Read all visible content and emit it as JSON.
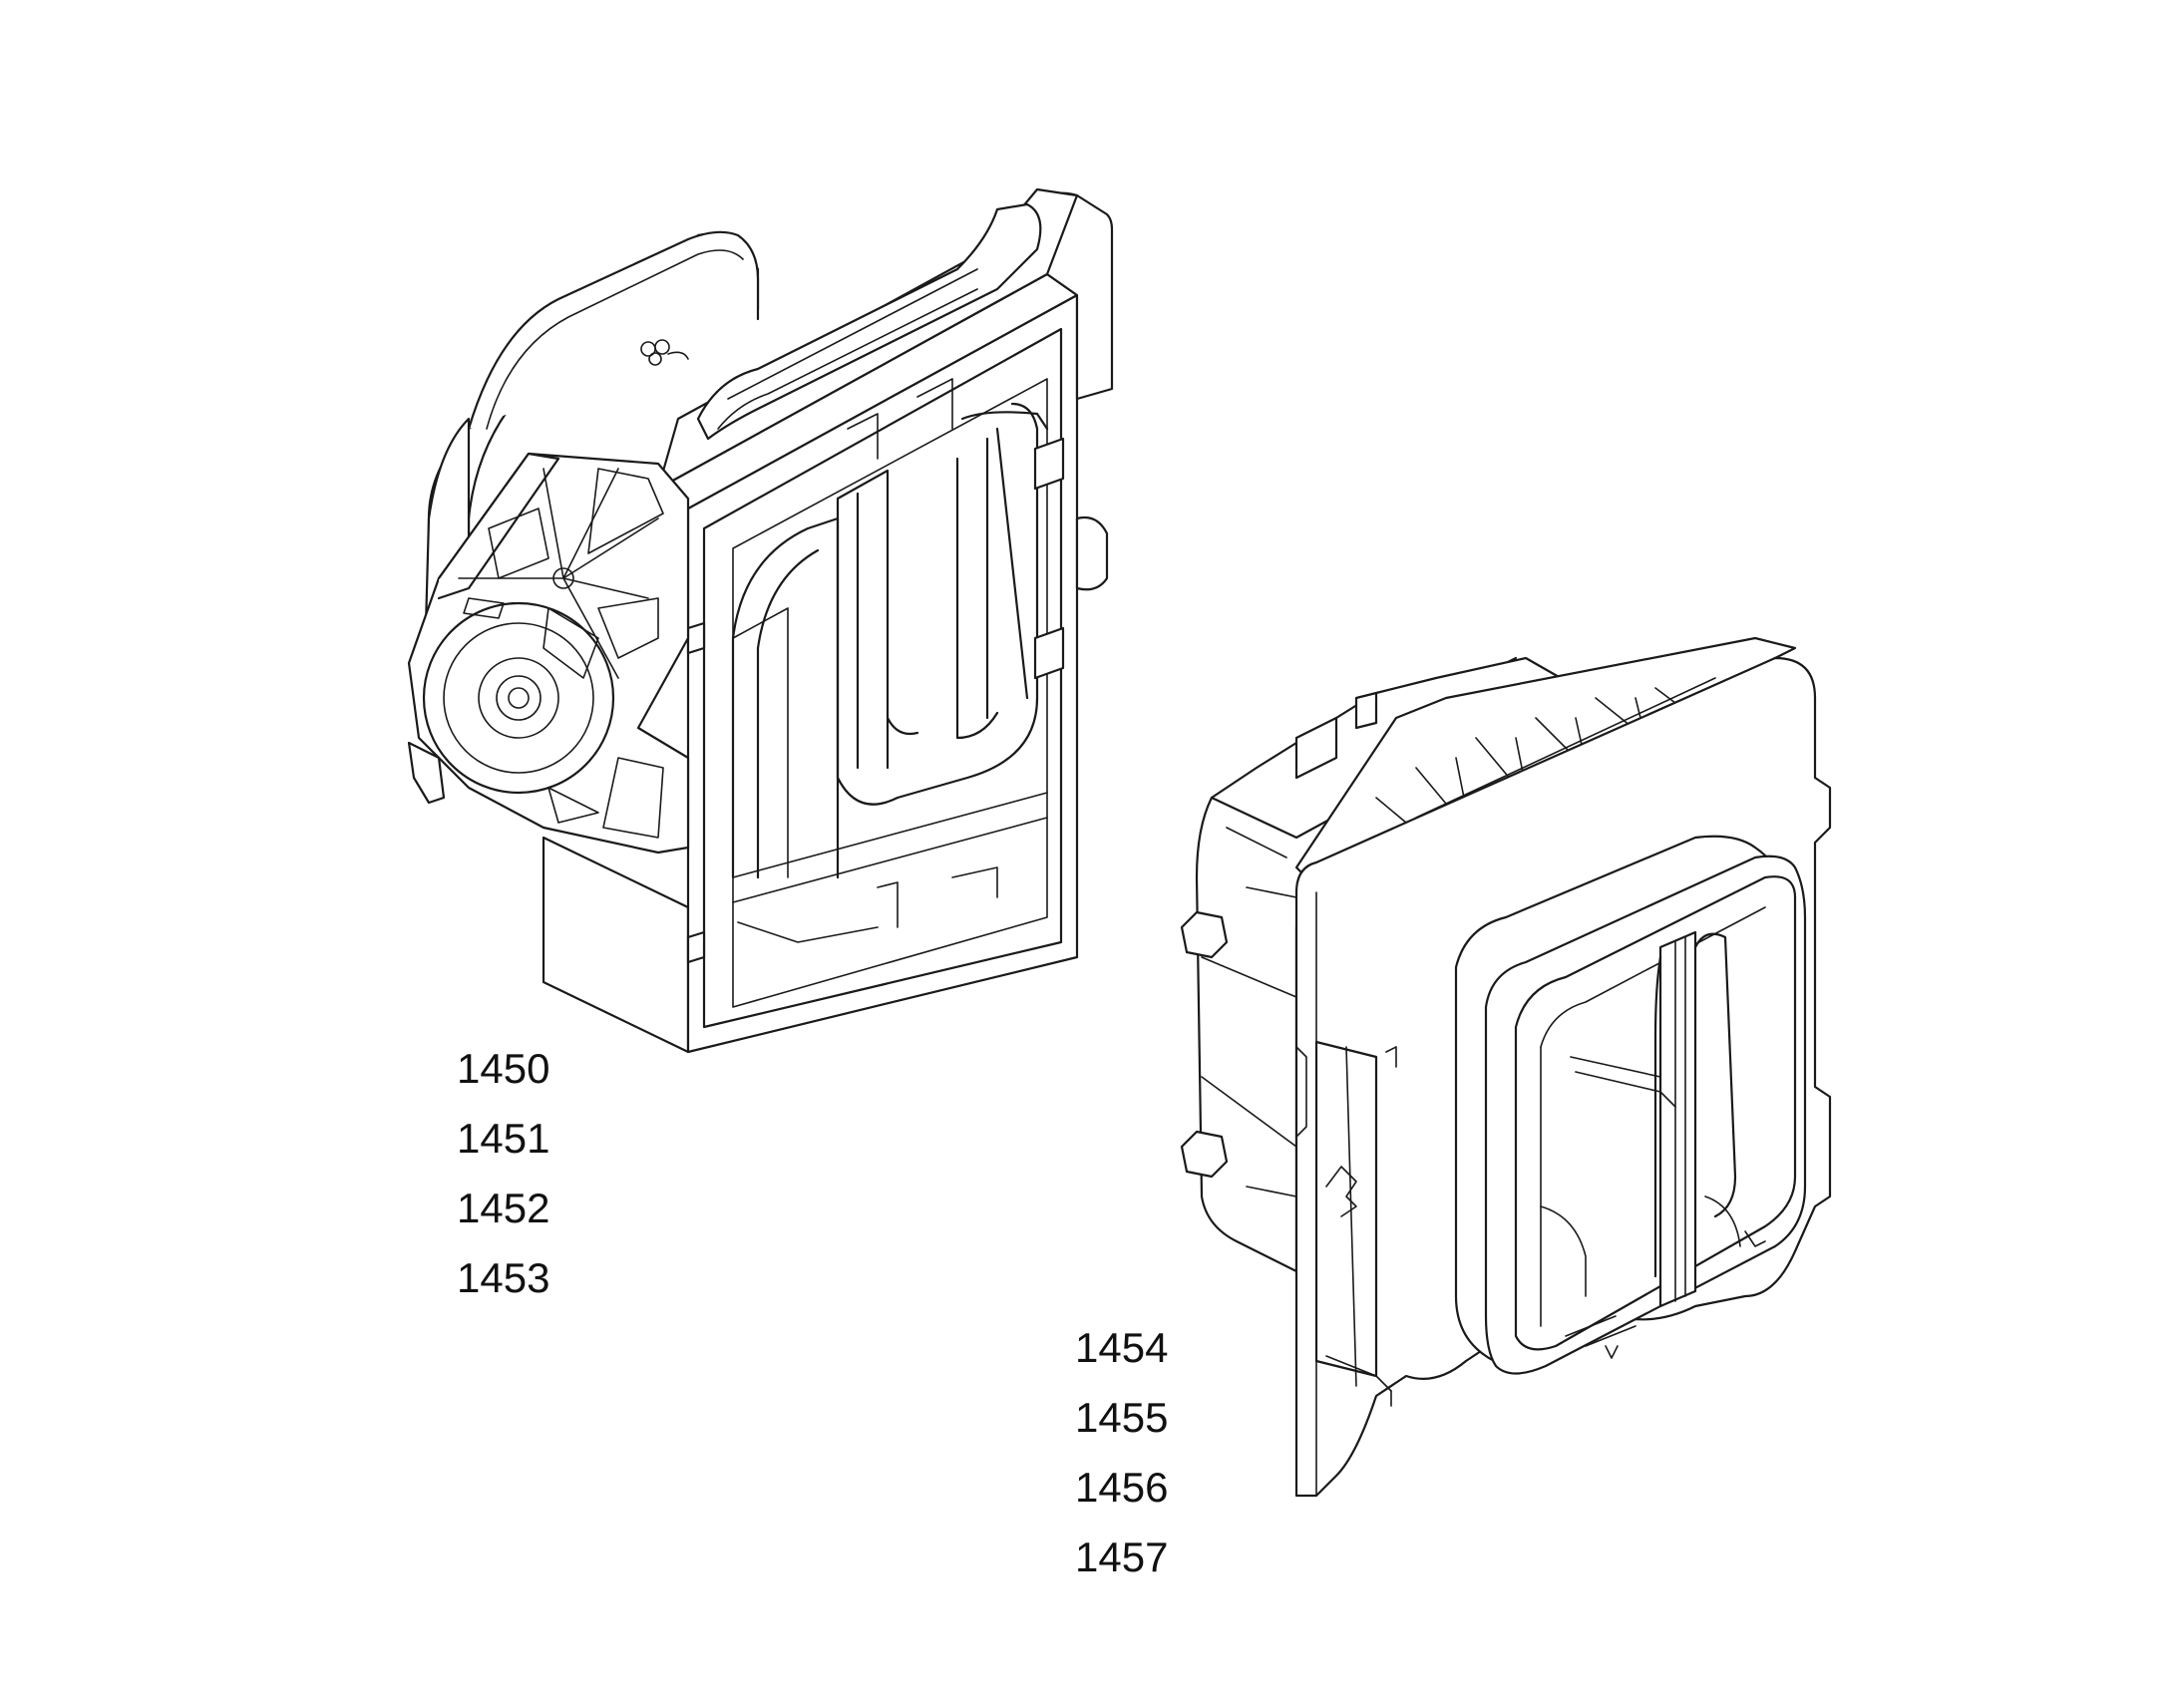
{
  "labels_left": [
    "1450",
    "1451",
    "1452",
    "1453"
  ],
  "labels_right": [
    "1454",
    "1455",
    "1456",
    "1457"
  ],
  "line_color": "#1a1a1a",
  "background": "#ffffff"
}
